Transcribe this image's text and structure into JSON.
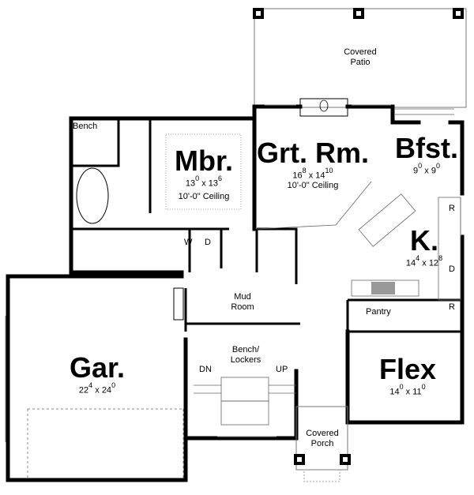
{
  "plan": {
    "type": "first-floor-plan",
    "line_color": "#000000",
    "background": "#ffffff"
  },
  "rooms": {
    "covered_patio": {
      "label_line1": "Covered",
      "label_line2": "Patio"
    },
    "master_bedroom": {
      "label": "Mbr.",
      "w_ft": "13",
      "w_in": "0",
      "d_ft": "13",
      "d_in": "6",
      "x": "x",
      "ceiling": "10'-0\" Ceiling"
    },
    "great_room": {
      "label": "Grt. Rm.",
      "w_ft": "16",
      "w_in": "8",
      "d_ft": "14",
      "d_in": "10",
      "x": "x",
      "ceiling": "10'-0\" Ceiling"
    },
    "breakfast": {
      "label": "Bfst.",
      "w_ft": "9",
      "w_in": "0",
      "d_ft": "9",
      "d_in": "0",
      "x": "x"
    },
    "kitchen": {
      "label": "K.",
      "w_ft": "14",
      "w_in": "4",
      "d_ft": "12",
      "d_in": "8",
      "x": "x"
    },
    "pantry": {
      "label": "Pantry"
    },
    "mud_room": {
      "label_line1": "Mud",
      "label_line2": "Room"
    },
    "bench_lockers": {
      "label_line1": "Bench/",
      "label_line2": "Lockers"
    },
    "garage": {
      "label": "Gar.",
      "w_ft": "22",
      "w_in": "4",
      "d_ft": "24",
      "d_in": "0",
      "x": "x"
    },
    "flex": {
      "label": "Flex",
      "w_ft": "14",
      "w_in": "0",
      "d_ft": "11",
      "d_in": "0",
      "x": "x"
    },
    "covered_porch": {
      "label_line1": "Covered",
      "label_line2": "Porch"
    },
    "master_bath": {
      "bench_label": "Bench"
    }
  },
  "fixtures": {
    "washer": "W",
    "dryer": "D",
    "dishwasher": "D",
    "refrigerator_1": "R",
    "refrigerator_2": "R",
    "stair_down": "DN",
    "stair_up": "UP"
  }
}
